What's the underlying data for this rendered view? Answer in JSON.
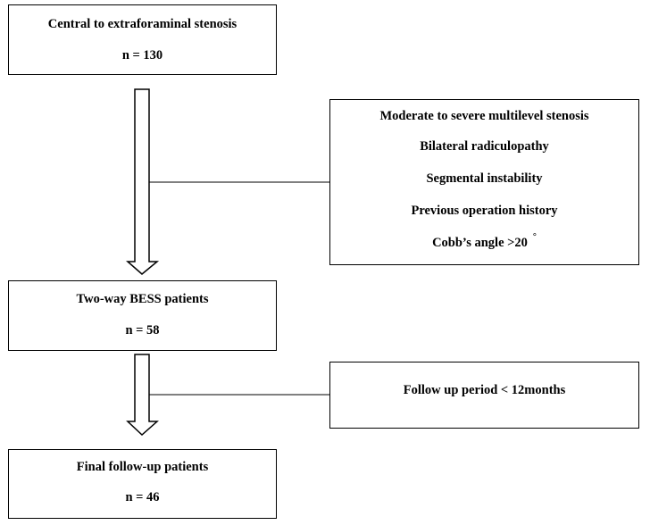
{
  "boxes": {
    "start": {
      "title": "Central to extraforaminal stenosis",
      "count": "n = 130"
    },
    "exclusion_1": {
      "items": [
        "Moderate to severe multilevel stenosis",
        "Bilateral radiculopathy",
        "Segmental instability",
        "Previous operation history",
        "Cobb’s angle >20"
      ],
      "degree_symbol": "°"
    },
    "middle": {
      "title": "Two-way BESS patients",
      "count": "n = 58"
    },
    "exclusion_2": {
      "text": "Follow up period < 12months"
    },
    "final": {
      "title": "Final follow-up patients",
      "count": "n = 46"
    }
  },
  "colors": {
    "stroke": "#000000",
    "background": "#ffffff"
  }
}
